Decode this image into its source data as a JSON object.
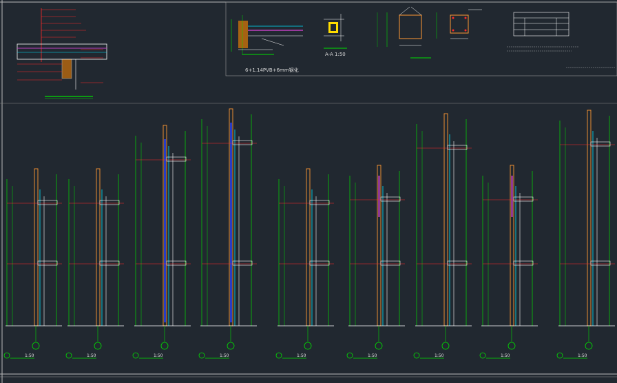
{
  "notes": {
    "glass_spec": "6+1.14PVB+6mm钢化",
    "detail_ref": "A-A 1:50"
  },
  "section_scale": "1:50",
  "colors": {
    "background": "#212830",
    "frame": "#c8c8c8",
    "axis": "#00e000",
    "wall": "#ff9933",
    "glass": "#00e5ff",
    "cut": "#ff2a2a",
    "annotation": "#ffffff",
    "fill_blue": "#2a3fd8",
    "fill_magenta": "#c040c0"
  }
}
